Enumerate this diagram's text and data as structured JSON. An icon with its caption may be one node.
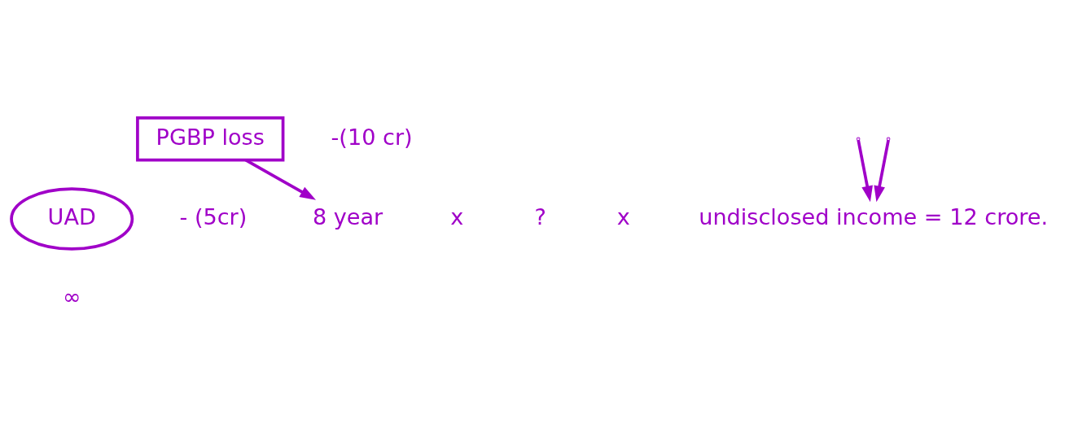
{
  "diagram": {
    "nodes": [
      {
        "text": [
          "PGBP loss"
        ],
        "beside": [
          "-(10 cr)"
        ]
      },
      {
        "text": [
          "UAD"
        ],
        "beside": [
          "- (5cr)",
          "∞"
        ]
      },
      {
        "text": [
          "8 year"
        ]
      },
      {
        "text": [
          "undisclosed income = 12 crore."
        ]
      }
    ],
    "edges": [
      {
        "from": 0,
        "to": 2,
        "arrow": "to"
      },
      {
        "from": null,
        "to": 3,
        "arrow": "to"
      },
      {
        "from": null,
        "to": 3,
        "arrow": "to"
      }
    ],
    "labels": [
      "x",
      "?",
      "x"
    ]
  }
}
